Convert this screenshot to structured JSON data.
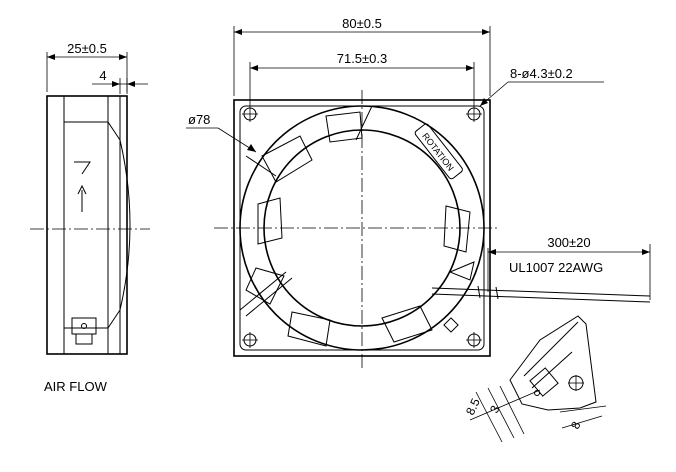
{
  "dimensions": {
    "overall_depth": "25±0.5",
    "flange": "4",
    "overall_width": "80±0.5",
    "hole_spacing": "71.5±0.3",
    "mounting_holes": "8-ø4.3±0.2",
    "venturi_diameter": "ø78",
    "lead_length": "300±20",
    "wire_spec": "UL1007  22AWG",
    "detail_a": "8.5",
    "detail_b": "3",
    "detail_c": "8"
  },
  "labels": {
    "rotation": "ROTATION",
    "air_flow": "AIR FLOW"
  }
}
